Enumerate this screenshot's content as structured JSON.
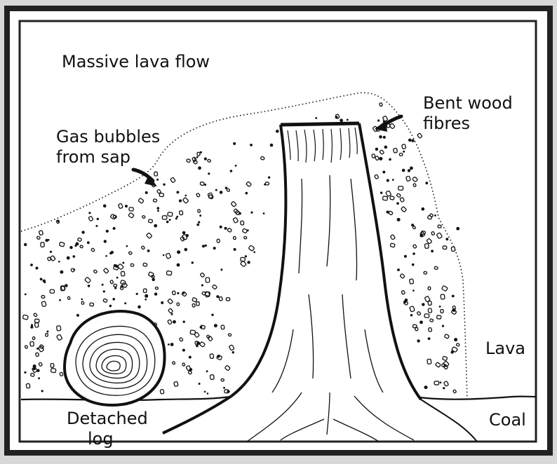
{
  "labels": {
    "massive_lava_flow": "Massive lava flow",
    "gas_bubbles_line1": "Gas bubbles",
    "gas_bubbles_line2": "from sap",
    "bent_wood_line1": "Bent wood",
    "bent_wood_line2": "fibres",
    "lava": "Lava",
    "coal": "Coal",
    "detached_line1": "Detached",
    "detached_line2": "log"
  },
  "colors": {
    "paper": "#ffffff",
    "ink": "#111111",
    "frame": "#222222",
    "outer": "#d8d8d8"
  }
}
